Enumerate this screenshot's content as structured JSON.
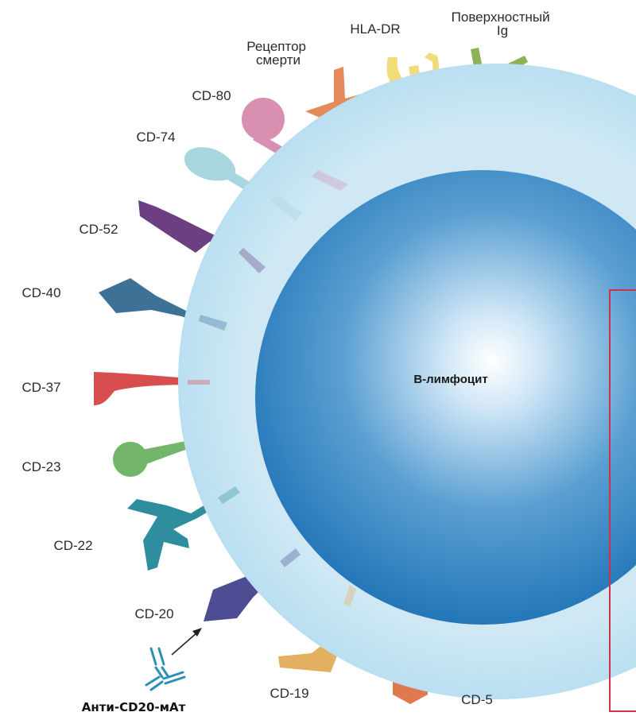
{
  "cell": {
    "label": "B-лимфоцит"
  },
  "antibody": {
    "label": "Анти-CD20-мАт"
  },
  "receptors": [
    {
      "id": "surface-ig",
      "label_lines": [
        "Поверхностный",
        "Ig"
      ],
      "color": "#8DB255"
    },
    {
      "id": "hla-dr",
      "label_lines": [
        "HLA-DR"
      ],
      "color": "#F1DC7A"
    },
    {
      "id": "death-receptor",
      "label_lines": [
        "Рецептор",
        "смерти"
      ],
      "color": "#E58A5A"
    },
    {
      "id": "cd80",
      "label_lines": [
        "CD-80"
      ],
      "color": "#D98FB0"
    },
    {
      "id": "cd74",
      "label_lines": [
        "CD-74"
      ],
      "color": "#A8D6DE"
    },
    {
      "id": "cd52",
      "label_lines": [
        "CD-52"
      ],
      "color": "#6C3F83"
    },
    {
      "id": "cd40",
      "label_lines": [
        "CD-40"
      ],
      "color": "#3D7296"
    },
    {
      "id": "cd37",
      "label_lines": [
        "CD-37"
      ],
      "color": "#D84E4E"
    },
    {
      "id": "cd23",
      "label_lines": [
        "CD-23"
      ],
      "color": "#73B66B"
    },
    {
      "id": "cd22",
      "label_lines": [
        "CD-22"
      ],
      "color": "#2E8E9E"
    },
    {
      "id": "cd20",
      "label_lines": [
        "CD-20"
      ],
      "color": "#4E4C93"
    },
    {
      "id": "cd19",
      "label_lines": [
        "CD-19"
      ],
      "color": "#E2B060"
    },
    {
      "id": "cd5",
      "label_lines": [
        "CD-5"
      ],
      "color": "#E07A4E"
    }
  ],
  "colors": {
    "outer_membrane": "#BFE2F2",
    "nucleus_dark": "#1F73B6",
    "nucleus_light": "#FFFFFF",
    "highlight_frame": "#D0304A",
    "antibody": "#2C8FB3"
  }
}
